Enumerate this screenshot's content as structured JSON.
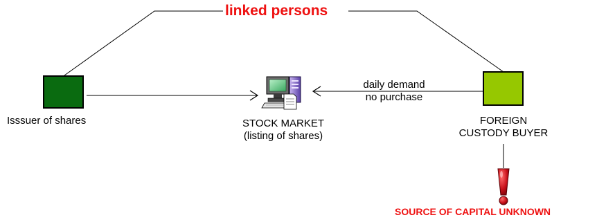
{
  "colors": {
    "issuer_fill": "#0a6b10",
    "buyer_fill": "#96c800",
    "alert_red": "#ee1111",
    "line": "#000000"
  },
  "link": {
    "label": "linked persons"
  },
  "issuer": {
    "label": "Isssuer of shares",
    "icon": "issuer-node"
  },
  "market": {
    "line1": "STOCK MARKET",
    "line2": "(listing of shares)",
    "icon": "computer-icon"
  },
  "buyer": {
    "line1": "FOREIGN",
    "line2": "CUSTODY BUYER",
    "icon": "buyer-node"
  },
  "demand": {
    "line1": "daily demand",
    "line2": "no purchase"
  },
  "warning": {
    "label": "SOURCE OF CAPITAL UNKNOWN",
    "icon": "exclamation-icon"
  }
}
